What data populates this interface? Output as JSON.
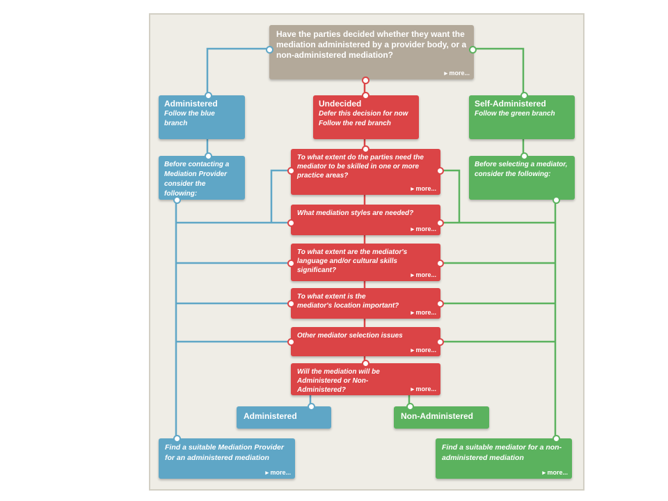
{
  "start": {
    "text": "Have the parties decided whether they want the mediation administered by a provider body, or a non-administered mediation?",
    "more": "▸ more..."
  },
  "administered": {
    "title": "Administered",
    "sub_pre": "Follow the ",
    "sub_strong": "blue",
    "sub_post": " branch"
  },
  "undecided": {
    "title": "Undecided",
    "line1": "Defer this decision for now",
    "line2": "Follow the red branch"
  },
  "self_administered": {
    "title": "Self-Administered",
    "sub_pre": "Follow the ",
    "sub_strong": "green",
    "sub_post": " branch"
  },
  "blue_consider": "Before contacting a Mediation Provider consider the following:",
  "green_consider": "Before selecting a mediator, consider the following:",
  "questions": [
    {
      "text": "To what extent do the parties need the mediator to be skilled in one or more practice areas?",
      "more": "▸ more..."
    },
    {
      "text": "What mediation styles are needed?",
      "more": "▸ more..."
    },
    {
      "text": "To what extent are the mediator's language and/or cultural skills significant?",
      "more": "▸ more..."
    },
    {
      "text": "To what extent is the mediator's location important?",
      "more": "▸ more..."
    },
    {
      "text": "Other mediator selection issues",
      "more": "▸ more..."
    },
    {
      "text": "Will the mediation will be Administered or Non-Administered?",
      "more": "▸ more..."
    }
  ],
  "outcome_administered": "Administered",
  "outcome_non_administered": "Non-Administered",
  "final_blue": {
    "text": "Find a suitable Mediation Provider for an administered mediation",
    "more": "▸ more..."
  },
  "final_green": {
    "text": "Find a suitable mediator for a non-administered mediation",
    "more": "▸ more..."
  },
  "colors": {
    "blue": "#5fa6c6",
    "red": "#db4446",
    "green": "#5bb25e",
    "gray": "#b3a99a",
    "background": "#efede6"
  }
}
